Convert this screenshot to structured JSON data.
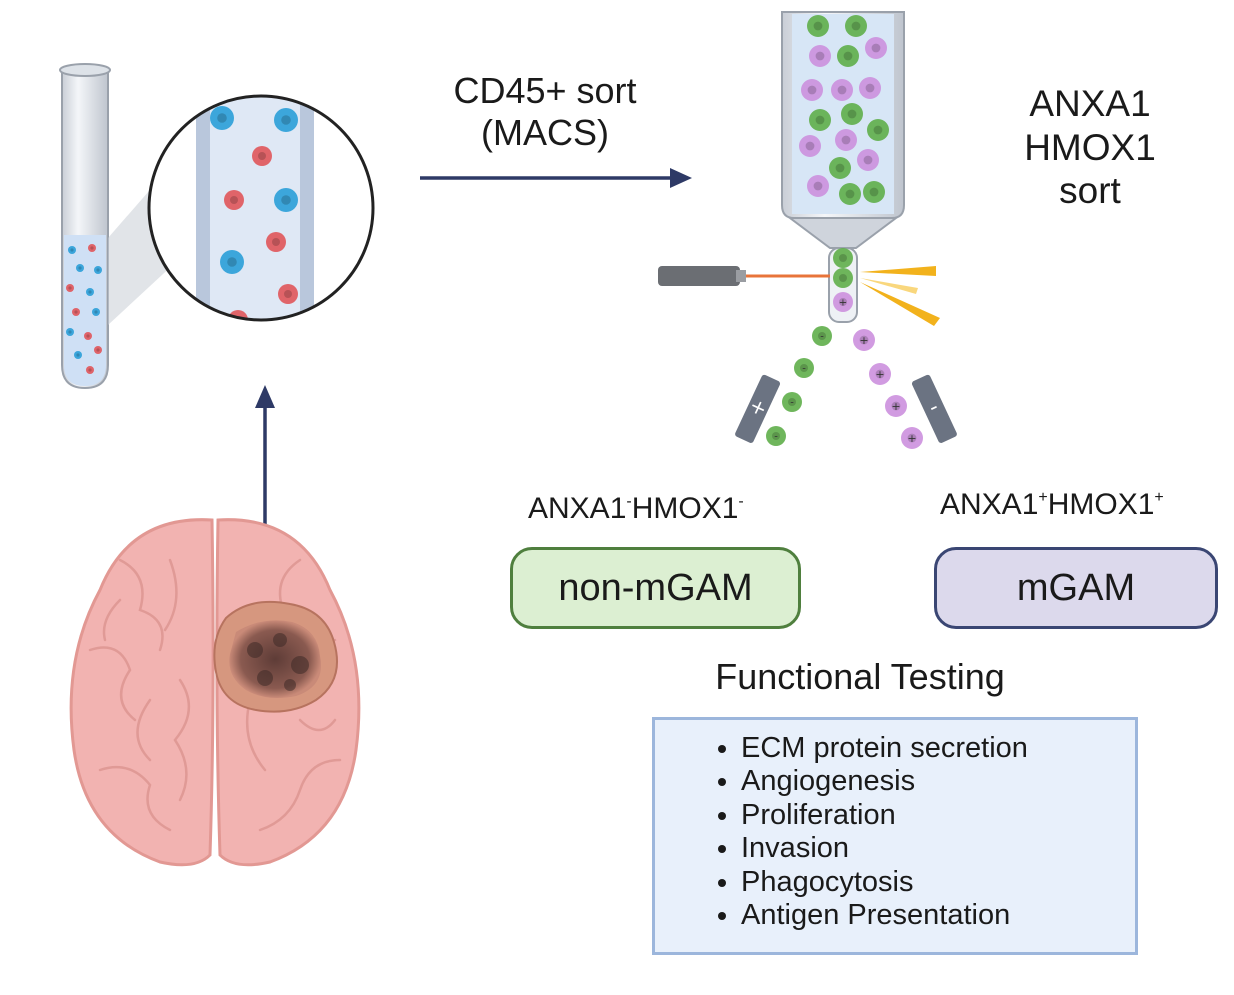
{
  "steps": {
    "macs_line1": "CD45+ sort",
    "macs_line2": "(MACS)",
    "facs_line1": "ANXA1",
    "facs_line2": "HMOX1",
    "facs_line3": "sort"
  },
  "populations": {
    "negative": {
      "phenotype_a": "ANXA1",
      "sign_a": "-",
      "phenotype_b": "HMOX1",
      "sign_b": "-",
      "label": "non-mGAM"
    },
    "positive": {
      "phenotype_a": "ANXA1",
      "sign_a": "+",
      "phenotype_b": "HMOX1",
      "sign_b": "+",
      "label": "mGAM"
    }
  },
  "sorter": {
    "left_plate_sign": "+",
    "right_plate_sign": "-"
  },
  "functional_testing": {
    "title": "Functional Testing",
    "items": [
      "ECM protein secretion",
      "Angiogenesis",
      "Proliferation",
      "Invasion",
      "Phagocytosis",
      "Antigen Presentation"
    ]
  },
  "colors": {
    "arrow": "#2e3a66",
    "blue_cell": "#2a9ed8",
    "red_cell": "#e0555a",
    "green_cell": "#5fae4a",
    "purple_cell": "#cc90de",
    "brain": "#f2b3b1",
    "tumor": "#7b5048"
  }
}
